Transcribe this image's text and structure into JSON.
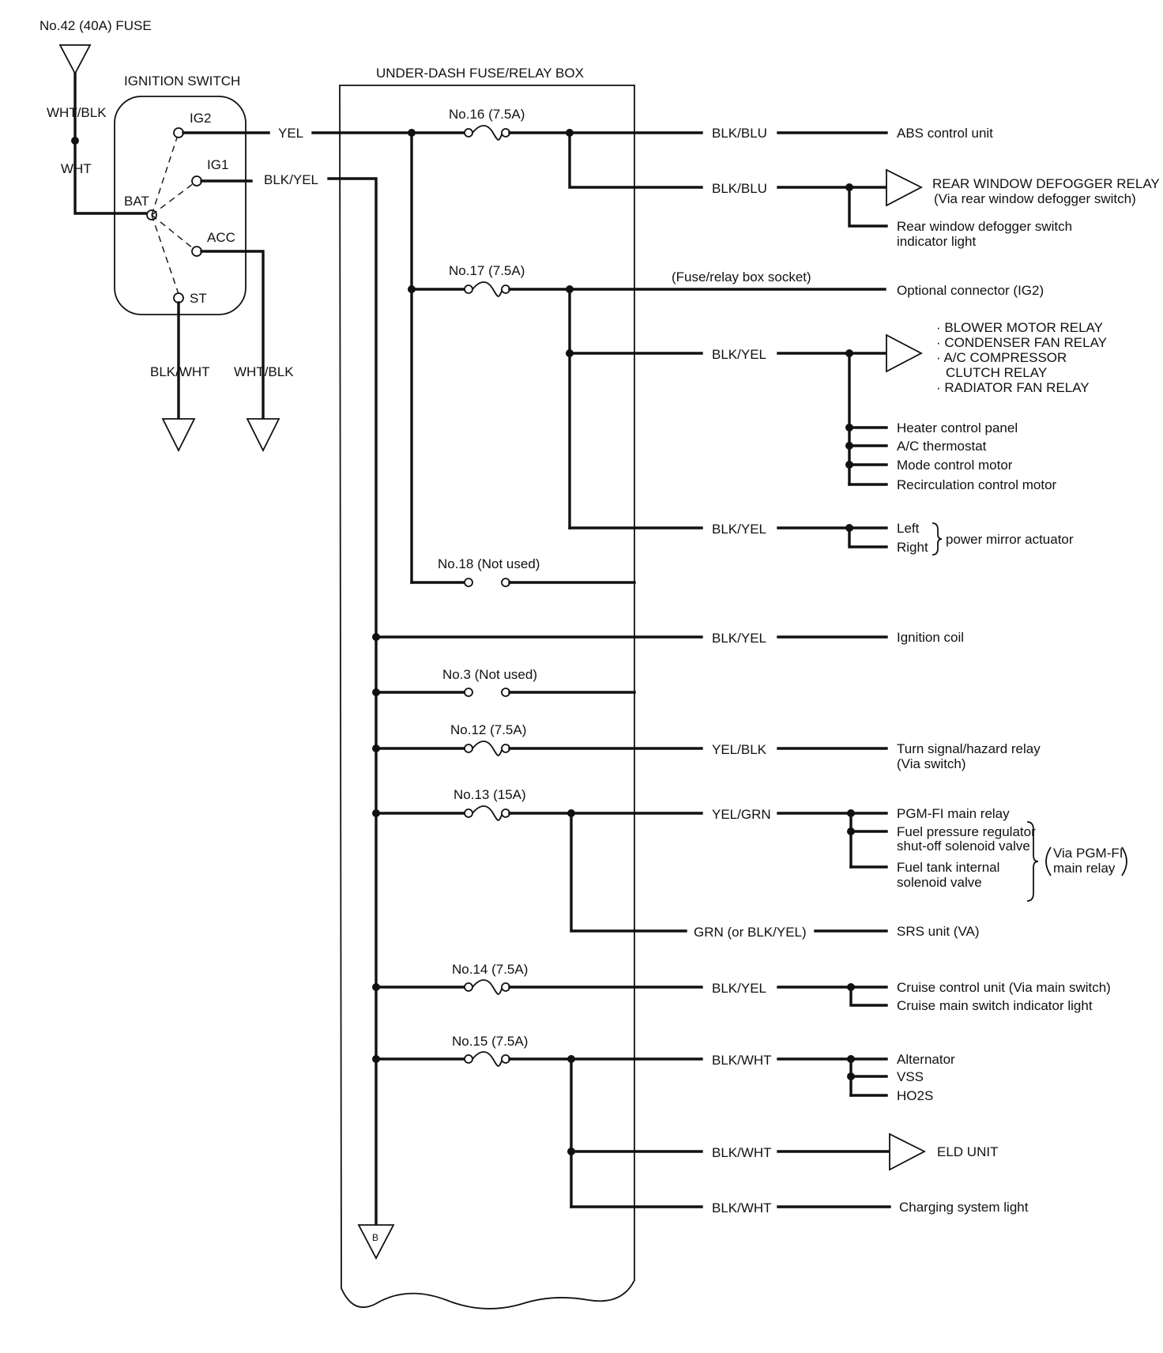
{
  "ignition_switch": {
    "title": "IGNITION SWITCH",
    "terminals": {
      "bat": "BAT",
      "ig2": "IG2",
      "ig1": "IG1",
      "acc": "ACC",
      "st": "ST"
    }
  },
  "fuse_box": {
    "title": "UNDER-DASH FUSE/RELAY BOX"
  },
  "main_fuse": {
    "label": "No.42 (40A) FUSE"
  },
  "battery_wires": {
    "upper": "WHT/BLK",
    "lower": "WHT"
  },
  "switch_wires": {
    "ig2": "YEL",
    "ig1": "BLK/YEL",
    "st": "BLK/WHT",
    "acc": "WHT/BLK"
  },
  "connector_b": "B",
  "fuses": {
    "f16": "No.16 (7.5A)",
    "f17": "No.17 (7.5A)",
    "f18": "No.18 (Not used)",
    "f3": "No.3 (Not used)",
    "f12": "No.12 (7.5A)",
    "f13": "No.13 (15A)",
    "f14": "No.14 (7.5A)",
    "f15": "No.15 (7.5A)"
  },
  "circuit_wires": {
    "abs": "BLK/BLU",
    "defogger": "BLK/BLU",
    "socket_note": "(Fuse/relay box socket)",
    "relays": "BLK/YEL",
    "mirror": "BLK/YEL",
    "ignition_coil": "BLK/YEL",
    "turn_signal": "YEL/BLK",
    "pgm_fi": "YEL/GRN",
    "srs": "GRN (or BLK/YEL)",
    "cruise": "BLK/YEL",
    "alternator": "BLK/WHT",
    "eld": "BLK/WHT",
    "charging": "BLK/WHT"
  },
  "loads": {
    "abs": "ABS control unit",
    "defogger_relay": "REAR WINDOW DEFOGGER RELAY",
    "defogger_relay_via": "(Via rear window defogger switch)",
    "defogger_light_1": "Rear window defogger switch",
    "defogger_light_2": "indicator light",
    "optional_connector": "Optional connector (IG2)",
    "relay_list": [
      "· BLOWER MOTOR RELAY",
      "· CONDENSER FAN RELAY",
      "· A/C COMPRESSOR",
      "CLUTCH RELAY",
      "· RADIATOR FAN RELAY"
    ],
    "heater_panel": "Heater control panel",
    "ac_thermostat": "A/C thermostat",
    "mode_motor": "Mode control motor",
    "recirc_motor": "Recirculation control motor",
    "mirror_left": "Left",
    "mirror_right": "Right",
    "mirror_note": "power mirror actuator",
    "ignition_coil": "Ignition coil",
    "turn_signal": "Turn signal/hazard relay",
    "turn_signal_via": "(Via switch)",
    "pgm_fi_relay": "PGM-FI main relay",
    "fuel_reg_1": "Fuel pressure regulator",
    "fuel_reg_2": "shut-off solenoid valve",
    "fuel_tank_1": "Fuel tank internal",
    "fuel_tank_2": "solenoid valve",
    "via_pgm_1": "Via PGM-FI",
    "via_pgm_2": "main relay",
    "srs": "SRS unit (VA)",
    "cruise_unit": "Cruise control unit (Via main switch)",
    "cruise_light": "Cruise main switch indicator light",
    "alternator": "Alternator",
    "vss": "VSS",
    "ho2s": "HO2S",
    "eld": "ELD UNIT",
    "charging_light": "Charging system light"
  }
}
